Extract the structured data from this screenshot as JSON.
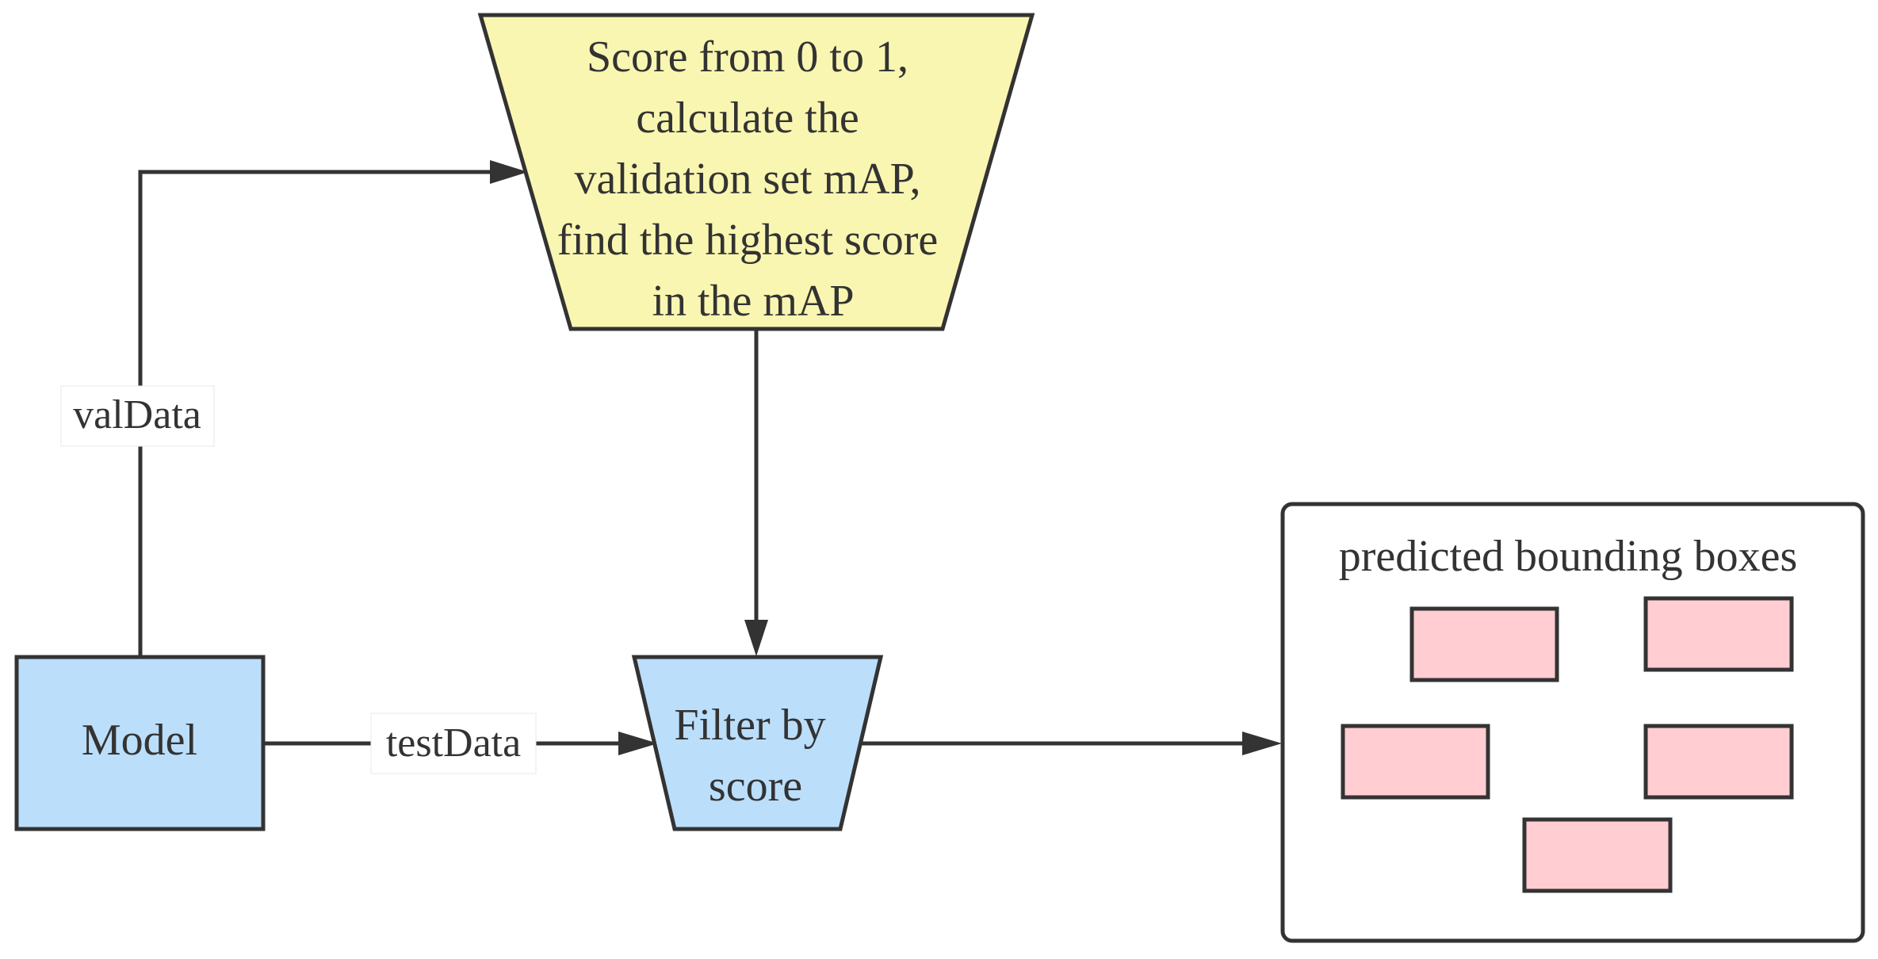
{
  "nodes": {
    "model": {
      "label": "Model",
      "fill": "#bbdefb"
    },
    "score": {
      "lines": [
        "Score from 0 to 1,",
        "calculate the",
        "validation set mAP,",
        "find the highest score",
        "in the mAP"
      ],
      "fill": "#f9f6b1"
    },
    "filter": {
      "lines": [
        "Filter by",
        "score"
      ],
      "fill": "#bbdefb"
    },
    "output": {
      "label": "predicted bounding boxes",
      "box_fill": "#ffcdd2"
    }
  },
  "edges": {
    "val": {
      "label": "valData"
    },
    "test": {
      "label": "testData"
    }
  },
  "colors": {
    "stroke": "#333333",
    "text": "#333333"
  }
}
